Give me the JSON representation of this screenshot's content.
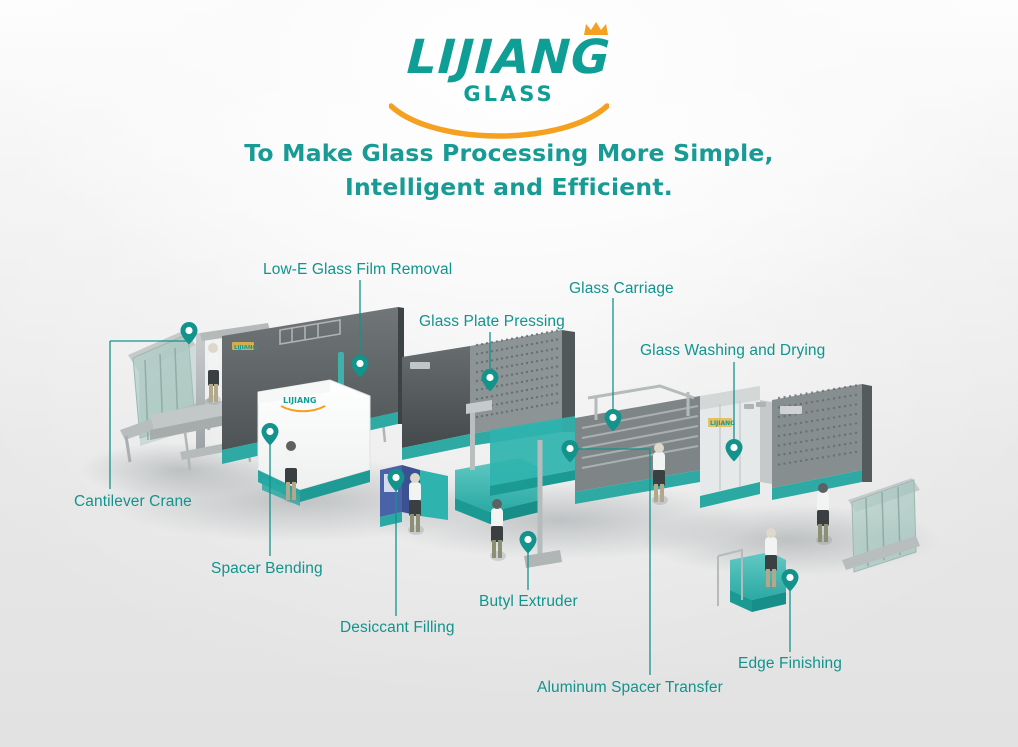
{
  "brand": {
    "name": "LIJIANG",
    "sub": "GLASS",
    "accent_teal": "#0f9e96",
    "accent_orange": "#f5a01e",
    "label_teal": "#11948d"
  },
  "tagline": {
    "line1": "To Make Glass Processing More Simple,",
    "line2": "Intelligent and Efficient."
  },
  "callouts": [
    {
      "id": "low-e-glass-film-removal",
      "label": "Low-E Glass Film Removal"
    },
    {
      "id": "glass-carriage",
      "label": "Glass Carriage"
    },
    {
      "id": "glass-plate-pressing",
      "label": "Glass Plate Pressing"
    },
    {
      "id": "glass-washing-and-drying",
      "label": "Glass Washing and Drying"
    },
    {
      "id": "cantilever-crane",
      "label": "Cantilever Crane"
    },
    {
      "id": "spacer-bending",
      "label": "Spacer Bending"
    },
    {
      "id": "desiccant-filling",
      "label": "Desiccant Filling"
    },
    {
      "id": "butyl-extruder",
      "label": "Butyl Extruder"
    },
    {
      "id": "aluminum-spacer-transfer",
      "label": "Aluminum Spacer Transfer"
    },
    {
      "id": "edge-finishing",
      "label": "Edge Finishing"
    }
  ]
}
